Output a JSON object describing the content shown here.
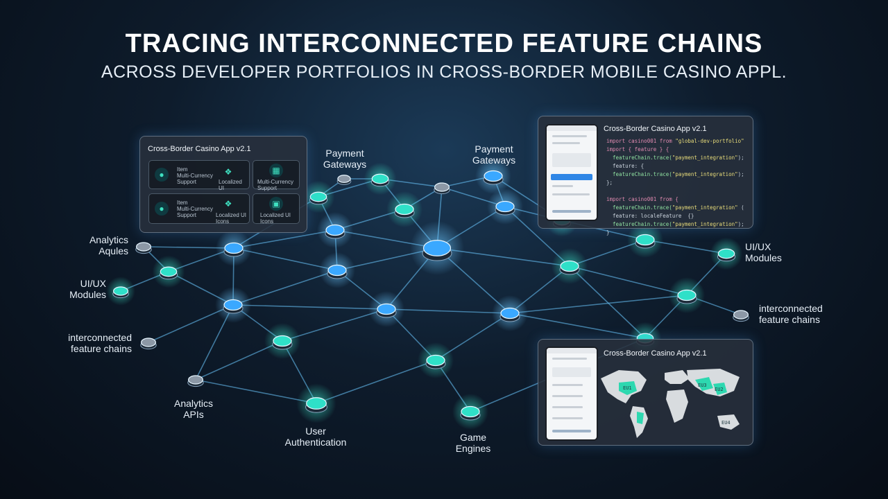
{
  "header": {
    "title": "TRACING INTERCONNECTED FEATURE CHAINS",
    "subtitle": "ACROSS DEVELOPER PORTFOLIOS IN CROSS-BORDER MOBILE CASINO APPL."
  },
  "labels": {
    "payment_gateways_1": "Payment\nGateways",
    "payment_gateways_2": "Payment\nGateways",
    "analytics_aqules": "Analytics\nAqules",
    "uiux_left": "UI/UX\nModules",
    "interconnected_left": "interconnected\nfeature chains",
    "analytics_apis": "Analytics\nAPIs",
    "user_auth": "User\nAuthentication",
    "game_engines": "Game\nEngines",
    "uiux_right": "UI/UX\nModules",
    "interconnected_right": "interconnected\nfeature chains"
  },
  "panel_left": {
    "title": "Cross-Border Casino App v2.1",
    "tiles": [
      {
        "text": "Item\nMulti-Currency\nSupport",
        "icon": "users-icon"
      },
      {
        "text": "Localized\nUI",
        "icon": "puzzle-icon"
      },
      {
        "text": "Multi-Currency\nSupport",
        "icon": "translate-icon"
      },
      {
        "text": "Item\nMulti-Currency\nSupport",
        "icon": "users-icon"
      },
      {
        "text": "Localized UI\nIcons",
        "icon": "puzzle-icon"
      },
      {
        "text": "Localized UI\nIcons",
        "icon": "image-icon"
      }
    ]
  },
  "panel_code": {
    "title": "Cross-Border Casino App v2.1",
    "lines": [
      "import casino001 from \"global-dev-portfolio\"",
      "import { feature } {",
      "  featureChain.trace(\"payment_integration\");",
      "  feature: {",
      "  featureChain.trace(\"payment_integration\");",
      "};",
      "",
      "import casino001 from {",
      "  featureChain.trace(\"payment_integration\" (",
      "  feature: localeFeature  {}",
      "  featureChain.trace(\"payment_integration\");",
      "}"
    ]
  },
  "panel_map": {
    "title": "Cross-Border Casino App v2.1",
    "map_labels": [
      "EU1",
      "EU3",
      "EU2",
      "EU4"
    ]
  },
  "colors": {
    "node_blue": "#3aa8ff",
    "node_teal": "#2fe0c8",
    "node_grey": "#8c98a6",
    "edge": "#6cc8ff"
  }
}
